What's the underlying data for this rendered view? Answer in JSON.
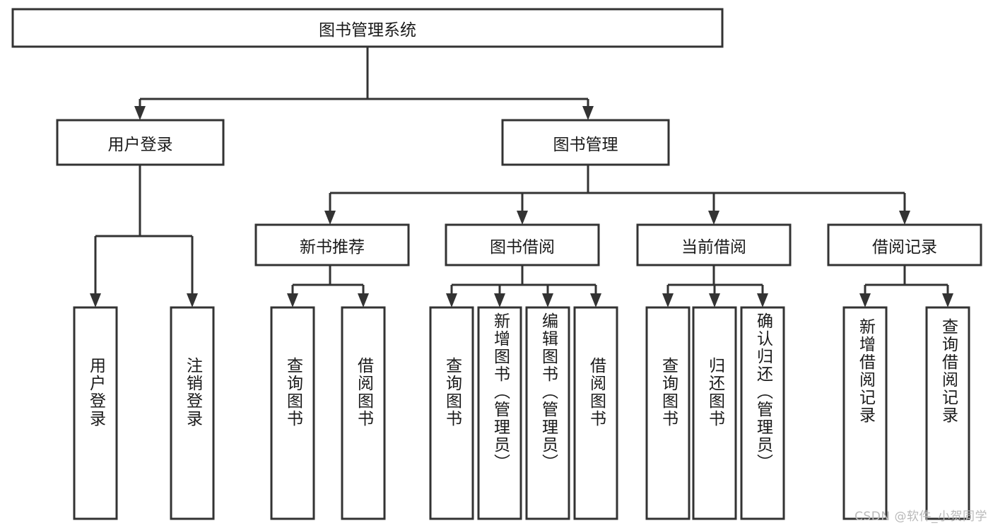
{
  "diagram": {
    "type": "tree-hierarchy",
    "title": "图书管理系统",
    "watermark": "CSDN @软件_小贺同学",
    "colors": {
      "stroke": "#333333",
      "box_fill": "#ffffff",
      "text": "#1a1a1a",
      "background": "#ffffff",
      "watermark": "#b9b9b9"
    },
    "levels": {
      "root": {
        "label": "图书管理系统",
        "orientation": "horizontal"
      },
      "level2": [
        {
          "id": "user-login",
          "label": "用户登录",
          "orientation": "horizontal"
        },
        {
          "id": "book-management",
          "label": "图书管理",
          "orientation": "horizontal"
        }
      ],
      "level3": [
        {
          "id": "new-book-recommend",
          "label": "新书推荐",
          "orientation": "horizontal",
          "parent": "book-management"
        },
        {
          "id": "book-borrow",
          "label": "图书借阅",
          "orientation": "horizontal",
          "parent": "book-management"
        },
        {
          "id": "current-borrow",
          "label": "当前借阅",
          "orientation": "horizontal",
          "parent": "book-management"
        },
        {
          "id": "borrow-record",
          "label": "借阅记录",
          "orientation": "horizontal",
          "parent": "book-management"
        }
      ],
      "leaves": [
        {
          "id": "leaf-user-login",
          "label": "用户登录",
          "orientation": "vertical",
          "parent": "user-login"
        },
        {
          "id": "leaf-logout-login",
          "label": "注销登录",
          "orientation": "vertical",
          "parent": "user-login"
        },
        {
          "id": "leaf-query-book-1",
          "label": "查询图书",
          "orientation": "vertical",
          "parent": "new-book-recommend"
        },
        {
          "id": "leaf-borrow-book-1",
          "label": "借阅图书",
          "orientation": "vertical",
          "parent": "new-book-recommend"
        },
        {
          "id": "leaf-query-book-2",
          "label": "查询图书",
          "orientation": "vertical",
          "parent": "book-borrow"
        },
        {
          "id": "leaf-add-book",
          "label": "新增图书（管理员）",
          "orientation": "vertical",
          "parent": "book-borrow"
        },
        {
          "id": "leaf-edit-book",
          "label": "编辑图书（管理员）",
          "orientation": "vertical",
          "parent": "book-borrow"
        },
        {
          "id": "leaf-borrow-book-2",
          "label": "借阅图书",
          "orientation": "vertical",
          "parent": "book-borrow"
        },
        {
          "id": "leaf-query-book-3",
          "label": "查询图书",
          "orientation": "vertical",
          "parent": "current-borrow"
        },
        {
          "id": "leaf-return-book",
          "label": "归还图书",
          "orientation": "vertical",
          "parent": "current-borrow"
        },
        {
          "id": "leaf-confirm-return",
          "label": "确认归还（管理员）",
          "orientation": "vertical",
          "parent": "current-borrow"
        },
        {
          "id": "leaf-add-record",
          "label": "新增借阅记录",
          "orientation": "vertical",
          "parent": "borrow-record"
        },
        {
          "id": "leaf-query-record",
          "label": "查询借阅记录",
          "orientation": "vertical",
          "parent": "borrow-record"
        }
      ]
    }
  }
}
